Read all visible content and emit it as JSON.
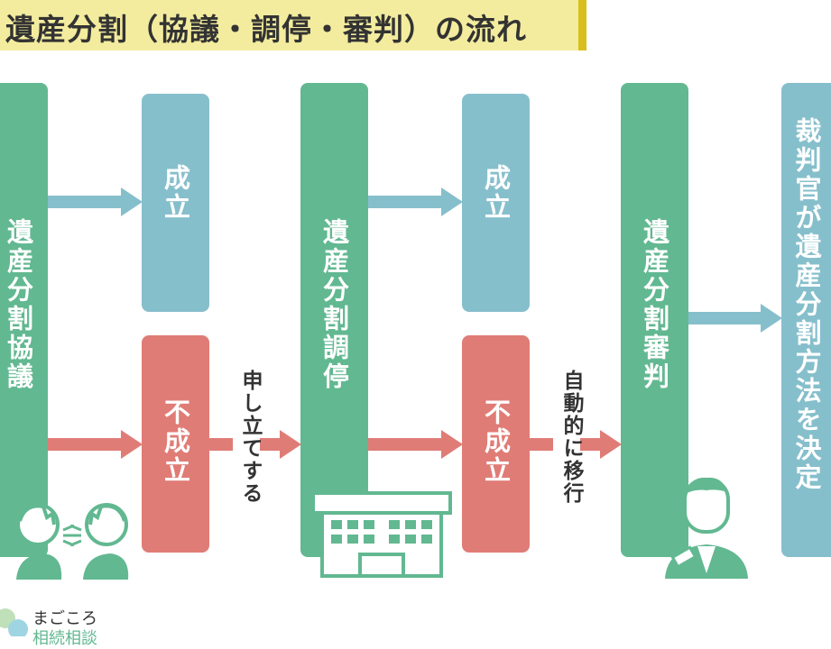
{
  "title": "遺産分割（協議・調停・審判）の流れ",
  "columns": {
    "kyogi": "遺産分割協議",
    "seiritsu1": "成立",
    "fuseiritsu1": "不成立",
    "chotei": "遺産分割調停",
    "seiritsu2": "成立",
    "fuseiritsu2": "不成立",
    "shinpan": "遺産分割審判",
    "result": "裁判官が遺産分割方法を決定"
  },
  "labels": {
    "moushitate": "申し立てする",
    "ikou": "自動的に移行"
  },
  "logo": {
    "line1": "まごころ",
    "line2": "相続相談"
  },
  "colors": {
    "green": "#62b891",
    "blue": "#86bfcc",
    "red": "#e07c76",
    "title_bg": "#f3ec9e",
    "title_bar": "#d8bf1c"
  }
}
